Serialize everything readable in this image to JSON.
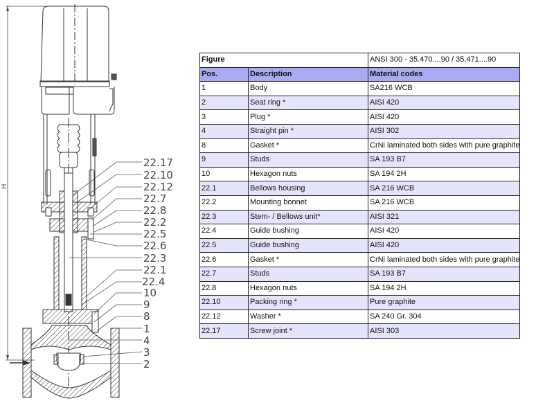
{
  "drawing": {
    "dimension_label": "H",
    "callouts": [
      "22.17",
      "22.10",
      "22.12",
      "22.7",
      "22.8",
      "22.2",
      "22.5",
      "22.6",
      "22.3",
      "22.1",
      "22.4",
      "10",
      "9",
      "8",
      "1",
      "4",
      "3",
      "2"
    ]
  },
  "table": {
    "figure_label": "Figure",
    "figure_value": "ANSI 300 - 35.470....90 / 35.471....90",
    "columns": [
      "Pos.",
      "Description",
      "Material codes"
    ],
    "colors": {
      "header_bg": "#aaaaf5",
      "alt_row_bg": "#e4e4fa"
    },
    "rows": [
      {
        "pos": "1",
        "description": "Body",
        "material": "SA216 WCB"
      },
      {
        "pos": "2",
        "description": "Seat ring *",
        "material": "AISI 420"
      },
      {
        "pos": "3",
        "description": "Plug *",
        "material": "AISI 420"
      },
      {
        "pos": "4",
        "description": "Straight pin *",
        "material": "AISI 302"
      },
      {
        "pos": "8",
        "description": "Gasket *",
        "material": "CrNi laminated both sides with pure graphite"
      },
      {
        "pos": "9",
        "description": "Studs",
        "material": "SA 193 B7"
      },
      {
        "pos": "10",
        "description": "Hexagon nuts",
        "material": "SA 194 2H"
      },
      {
        "pos": "22.1",
        "description": "Bellows housing",
        "material": "SA 216 WCB"
      },
      {
        "pos": "22.2",
        "description": "Mounting bonnet",
        "material": "SA 216 WCB"
      },
      {
        "pos": "22.3",
        "description": "Stem- / Bellows unit*",
        "material": "AISI 321"
      },
      {
        "pos": "22.4",
        "description": "Guide bushing",
        "material": "AISI 420"
      },
      {
        "pos": "22.5",
        "description": "Guide bushing",
        "material": "AISI 420"
      },
      {
        "pos": "22.6",
        "description": "Gasket *",
        "material": "CrNi laminated both sides with pure graphite"
      },
      {
        "pos": "22.7",
        "description": "Studs",
        "material": "SA 193 B7"
      },
      {
        "pos": "22.8",
        "description": "Hexagon nuts",
        "material": "SA 194 2H"
      },
      {
        "pos": "22.10",
        "description": "Packing ring *",
        "material": "Pure graphite"
      },
      {
        "pos": "22.12",
        "description": "Washer *",
        "material": "SA 240 Gr. 304"
      },
      {
        "pos": "22.17",
        "description": "Screw joint *",
        "material": "AISI 303"
      }
    ]
  }
}
